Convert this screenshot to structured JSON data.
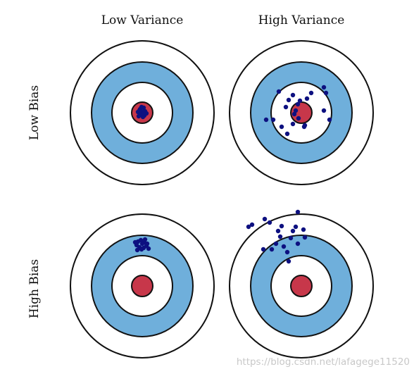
{
  "labels": {
    "columns": [
      "Low Variance",
      "High Variance"
    ],
    "rows": [
      "Low Bias",
      "High Bias"
    ]
  },
  "watermark": "https://blog.csdn.net/lafagege11520",
  "colors": {
    "outer_ring": "#ffffff",
    "middle_ring": "#6fafdb",
    "inner_ring": "#ffffff",
    "bullseye": "#c7374a",
    "stroke": "#111111",
    "dot": "#0d1080",
    "background": "#ffffff"
  },
  "targets": [
    {
      "row": "Low Bias",
      "column": "Low Variance",
      "dots": [
        [
          -3,
          -5
        ],
        [
          2,
          -7
        ],
        [
          -6,
          -1
        ],
        [
          4,
          -2
        ],
        [
          -2,
          3
        ],
        [
          3,
          4
        ],
        [
          -5,
          5
        ],
        [
          0,
          -1
        ],
        [
          6,
          1
        ],
        [
          -1,
          -8
        ],
        [
          1,
          6
        ],
        [
          -4,
          -3
        ],
        [
          2,
          1
        ]
      ]
    },
    {
      "row": "Low Bias",
      "column": "High Variance",
      "dots": [
        [
          -32,
          -30
        ],
        [
          -12,
          -25
        ],
        [
          8,
          -20
        ],
        [
          32,
          -36
        ],
        [
          35,
          -28
        ],
        [
          -22,
          -8
        ],
        [
          -40,
          10
        ],
        [
          -50,
          10
        ],
        [
          -28,
          20
        ],
        [
          -20,
          30
        ],
        [
          -8,
          -3
        ],
        [
          -4,
          8
        ],
        [
          4,
          20
        ],
        [
          -12,
          16
        ],
        [
          32,
          -3
        ],
        [
          40,
          10
        ],
        [
          -5,
          -12
        ],
        [
          14,
          -28
        ],
        [
          -2,
          -17
        ],
        [
          5,
          18
        ],
        [
          -18,
          -18
        ],
        [
          -10,
          2
        ]
      ]
    },
    {
      "row": "High Bias",
      "column": "Low Variance",
      "dots": [
        [
          -6,
          -63
        ],
        [
          -2,
          -65
        ],
        [
          3,
          -62
        ],
        [
          -8,
          -58
        ],
        [
          0,
          -60
        ],
        [
          6,
          -57
        ],
        [
          -4,
          -55
        ],
        [
          2,
          -54
        ],
        [
          9,
          -53
        ],
        [
          -10,
          -62
        ],
        [
          4,
          -66
        ],
        [
          -1,
          -52
        ],
        [
          7,
          -60
        ],
        [
          -7,
          -51
        ]
      ]
    },
    {
      "row": "High Bias",
      "column": "High Variance",
      "dots": [
        [
          -5,
          -105
        ],
        [
          -70,
          -87
        ],
        [
          -75,
          -84
        ],
        [
          -52,
          -95
        ],
        [
          -45,
          -90
        ],
        [
          -33,
          -78
        ],
        [
          -30,
          -70
        ],
        [
          -36,
          -60
        ],
        [
          -42,
          -52
        ],
        [
          -25,
          -56
        ],
        [
          -15,
          -68
        ],
        [
          -12,
          -78
        ],
        [
          -5,
          -60
        ],
        [
          3,
          -80
        ],
        [
          5,
          -69
        ],
        [
          -54,
          -52
        ],
        [
          -20,
          -48
        ],
        [
          -18,
          -35
        ],
        [
          -8,
          -84
        ],
        [
          -28,
          -85
        ]
      ]
    }
  ]
}
